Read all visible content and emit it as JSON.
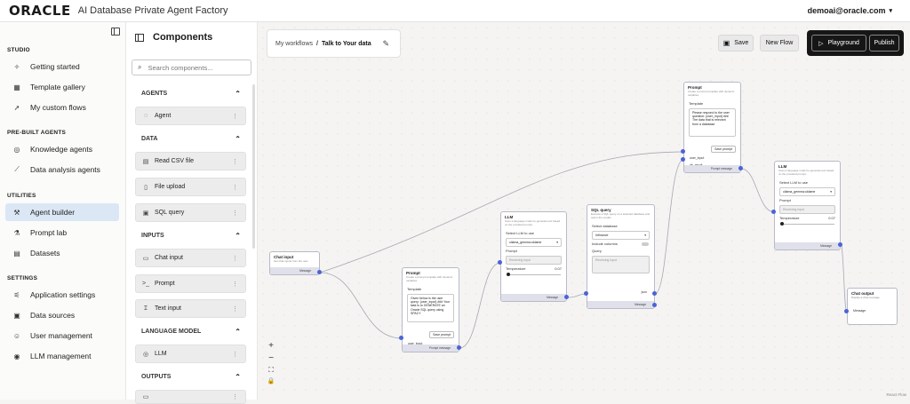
{
  "header": {
    "logo": "ORACLE",
    "app_title": "AI Database Private Agent Factory",
    "user_email": "demoai@oracle.com",
    "user_menu_icon": "chevron-down-icon"
  },
  "sidebar": {
    "sections": [
      {
        "title": "STUDIO",
        "items": [
          {
            "label": "Getting started",
            "icon": "sparkle-icon"
          },
          {
            "label": "Template gallery",
            "icon": "grid-icon"
          },
          {
            "label": "My custom flows",
            "icon": "pointer-icon"
          }
        ]
      },
      {
        "title": "PRE-BUILT AGENTS",
        "items": [
          {
            "label": "Knowledge agents",
            "icon": "knowledge-icon"
          },
          {
            "label": "Data analysis agents",
            "icon": "chart-icon"
          }
        ]
      },
      {
        "title": "UTILITIES",
        "items": [
          {
            "label": "Agent builder",
            "icon": "hammer-icon",
            "active": true
          },
          {
            "label": "Prompt lab",
            "icon": "flask-icon"
          },
          {
            "label": "Datasets",
            "icon": "document-icon"
          }
        ]
      },
      {
        "title": "SETTINGS",
        "items": [
          {
            "label": "Application settings",
            "icon": "sliders-icon"
          },
          {
            "label": "Data sources",
            "icon": "database-icon"
          },
          {
            "label": "User management",
            "icon": "user-icon"
          },
          {
            "label": "LLM management",
            "icon": "llm-icon"
          }
        ]
      }
    ]
  },
  "components": {
    "title": "Components",
    "search_placeholder": "Search components...",
    "categories": [
      {
        "name": "AGENTS",
        "items": [
          "Agent"
        ]
      },
      {
        "name": "DATA",
        "items": [
          "Read CSV file",
          "File upload",
          "SQL query"
        ]
      },
      {
        "name": "INPUTS",
        "items": [
          "Chat input",
          "Prompt",
          "Text input"
        ]
      },
      {
        "name": "LANGUAGE MODEL",
        "items": [
          "LLM"
        ]
      },
      {
        "name": "OUTPUTS",
        "items": []
      }
    ]
  },
  "canvas": {
    "breadcrumb_root": "My workflows",
    "breadcrumb_sep": "/",
    "breadcrumb_current": "Talk to Your data",
    "save_label": "Save",
    "new_flow_label": "New Flow",
    "playground_label": "Playground",
    "publish_label": "Publish",
    "attribution": "React Flow"
  },
  "nodes": {
    "chat_input": {
      "title": "Chat input",
      "desc": "Get chat inputs from the user",
      "output": "Message"
    },
    "prompt1": {
      "title": "Prompt",
      "desc": "Create a prompt template with dynamic variables.",
      "template_label": "Template",
      "template_text": "Given below is the user query: {user_input} ### Your task is to GENERATE an Oracle SQL query using SPACY",
      "save_prompt": "Save prompt",
      "input": "user_input",
      "output": "Prompt message"
    },
    "llm1": {
      "title": "LLM",
      "desc": "Uses a language model to generate text based on the provided prompt.",
      "select_label": "Select LLM to use",
      "select_value": "ollama_gemma:oldame",
      "prompt_label": "Prompt",
      "prompt_placeholder": "Receiving input",
      "temp_label": "Temperature",
      "temp_value": "0.07",
      "output": "Message"
    },
    "sql": {
      "title": "SQL query",
      "desc": "Execute a SQL query on a selected database and return the results.",
      "select_label": "Select database",
      "select_value": "hrfinanve",
      "toggle_label": "Include columns",
      "query_label": "Query",
      "query_placeholder": "Receiving input",
      "out1": "json",
      "out2": "Message"
    },
    "prompt2": {
      "title": "Prompt",
      "desc": "Create a prompt template with dynamic variables.",
      "template_label": "Template",
      "template_text": "Please respond to the user question: {user_input} ### The data that is relevant from a database",
      "save_prompt": "Save prompt",
      "input1": "user_input",
      "input2": "db_result",
      "output": "Prompt message"
    },
    "llm2": {
      "title": "LLM",
      "desc": "Uses a language model to generate text based on the provided prompt.",
      "select_label": "Select LLM to use",
      "select_value": "ollama_gemma:oldame",
      "prompt_label": "Prompt",
      "prompt_placeholder": "Receiving input",
      "temp_label": "Temperature",
      "temp_value": "0.07",
      "output": "Message"
    },
    "chat_output": {
      "title": "Chat output",
      "desc": "Display a chat message",
      "input": "Message"
    }
  },
  "zoom_controls": [
    "+",
    "−",
    "⛶",
    "🔒"
  ]
}
